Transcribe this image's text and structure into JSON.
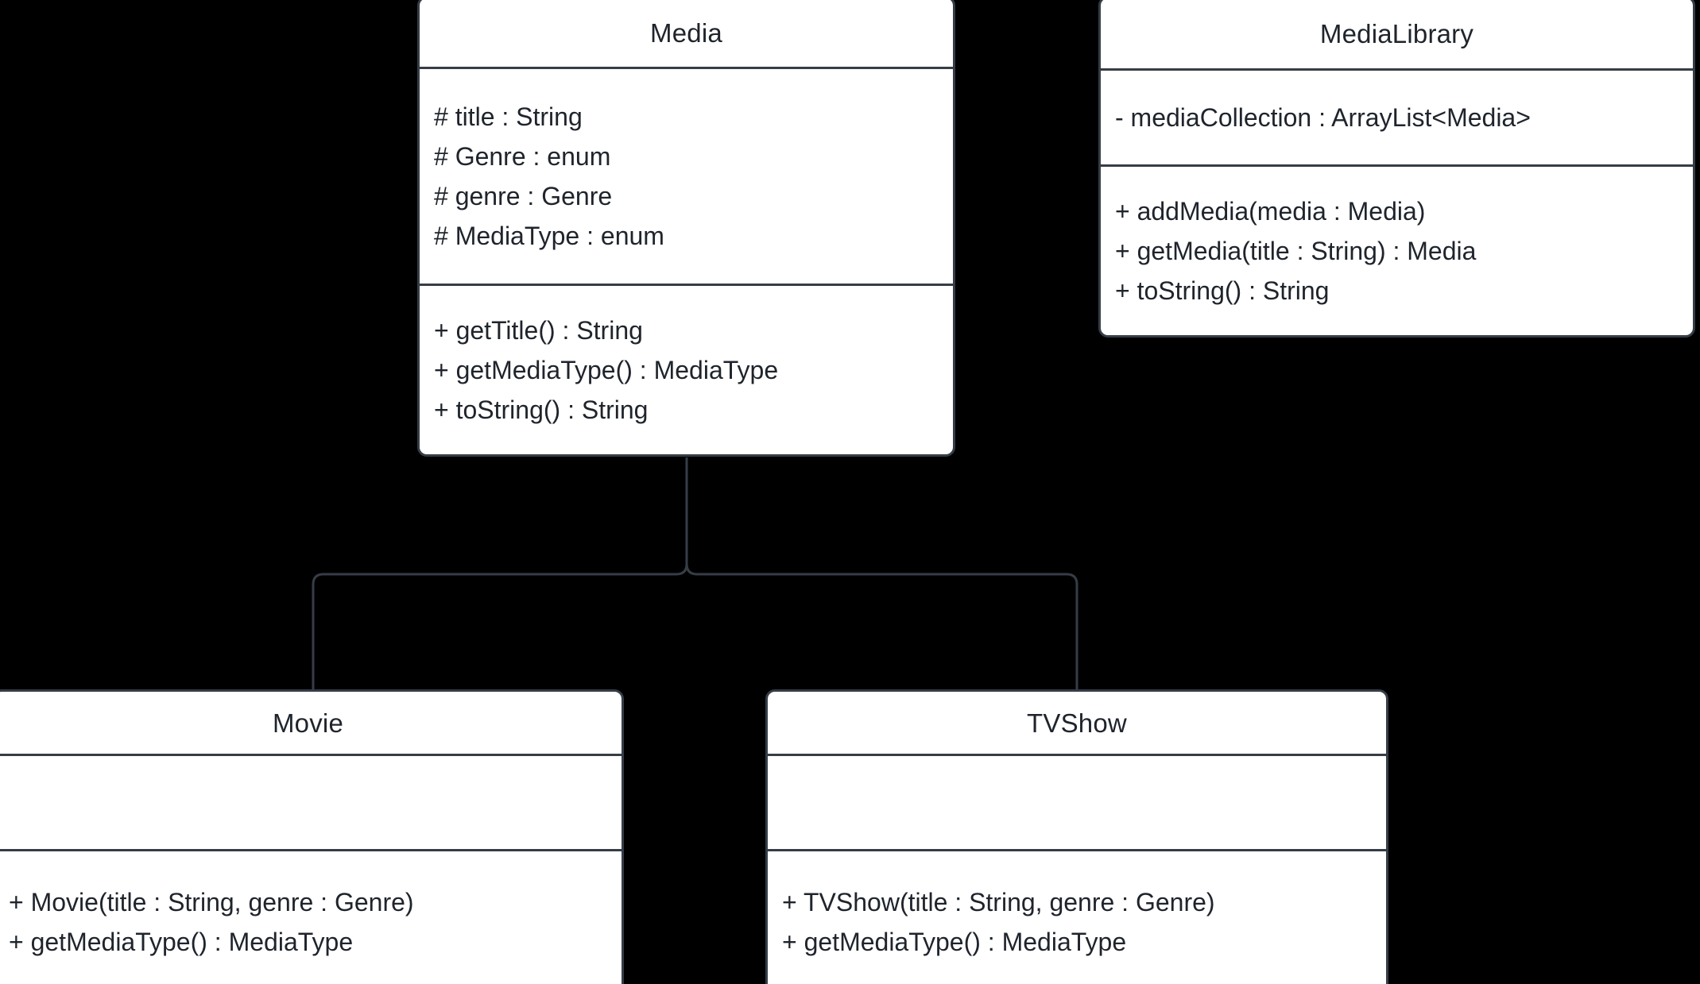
{
  "diagram": {
    "type": "uml-class-diagram",
    "background_color": "#000000",
    "box_fill": "#ffffff",
    "border_color": "#363d47",
    "text_color": "#1f242c",
    "classes": [
      {
        "id": "media",
        "name": "Media",
        "attributes": [
          "# title : String",
          "# Genre : enum",
          "# genre : Genre",
          "# MediaType : enum"
        ],
        "methods": [
          "+ getTitle() : String",
          "+ getMediaType() : MediaType",
          "+ toString() : String"
        ]
      },
      {
        "id": "medialibrary",
        "name": "MediaLibrary",
        "attributes": [
          "- mediaCollection : ArrayList<Media>"
        ],
        "methods": [
          "+ addMedia(media : Media)",
          "+ getMedia(title : String) : Media",
          "+ toString() : String"
        ]
      },
      {
        "id": "movie",
        "name": "Movie",
        "attributes": [],
        "methods": [
          "+ Movie(title : String, genre : Genre)",
          "+ getMediaType() : MediaType"
        ]
      },
      {
        "id": "tvshow",
        "name": "TVShow",
        "attributes": [],
        "methods": [
          "+ TVShow(title : String, genre : Genre)",
          "+ getMediaType() : MediaType"
        ]
      }
    ],
    "relationships": [
      {
        "kind": "generalization",
        "from": "movie",
        "to": "media"
      },
      {
        "kind": "generalization",
        "from": "tvshow",
        "to": "media"
      }
    ]
  }
}
